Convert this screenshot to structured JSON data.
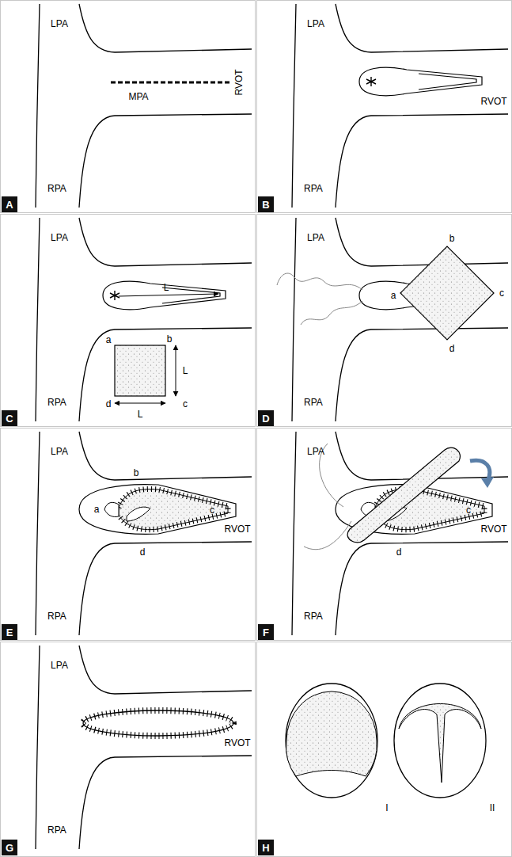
{
  "diagram": {
    "nodes": [
      {
        "text": [
          "A"
        ]
      },
      {
        "text": [
          "B"
        ]
      },
      {
        "text": [
          "C"
        ]
      },
      {
        "text": [
          "D"
        ]
      },
      {
        "text": [
          "E"
        ]
      },
      {
        "text": [
          "F"
        ]
      },
      {
        "text": [
          "G"
        ]
      },
      {
        "text": [
          "H"
        ]
      }
    ],
    "labels": [
      "LPA",
      "MPA",
      "RVOT",
      "RPA",
      "LPA",
      "RVOT",
      "RPA",
      "LPA",
      "RPA",
      "L",
      "a",
      "b",
      "L",
      "d",
      "L",
      "c",
      "LPA",
      "b",
      "c",
      "a",
      "d",
      "RPA",
      "LPA",
      "b",
      "a",
      "c",
      "RVOT",
      "d",
      "RPA",
      "LPA",
      "c",
      "RVOT",
      "d",
      "RPA",
      "LPA",
      "RVOT",
      "RPA",
      "I",
      "II"
    ]
  }
}
